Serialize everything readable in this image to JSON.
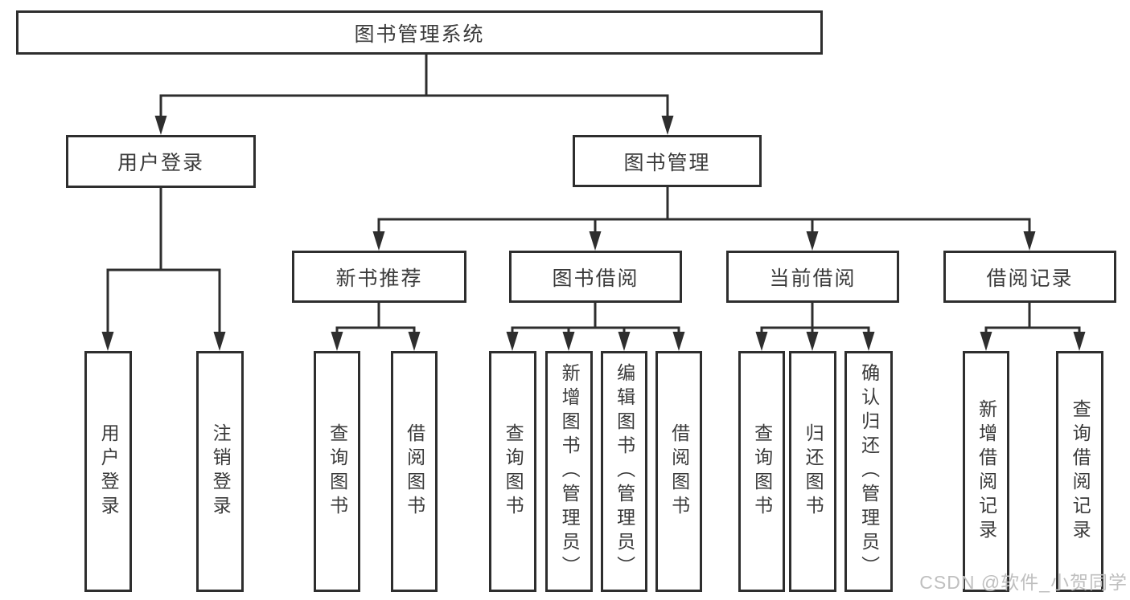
{
  "diagram": {
    "root_label": "图书管理系统",
    "branches": [
      {
        "label": "用户登录",
        "children": [
          "用户登录",
          "注销登录"
        ]
      },
      {
        "label": "图书管理",
        "groups": [
          {
            "label": "新书推荐",
            "children": [
              "查询图书",
              "借阅图书"
            ]
          },
          {
            "label": "图书借阅",
            "children": [
              "查询图书",
              "新增图书（管理员）",
              "编辑图书（管理员）",
              "借阅图书"
            ]
          },
          {
            "label": "当前借阅",
            "children": [
              "查询图书",
              "归还图书",
              "确认归还（管理员）"
            ]
          },
          {
            "label": "借阅记录",
            "children": [
              "新增借阅记录",
              "查询借阅记录"
            ]
          }
        ]
      }
    ]
  },
  "watermark": {
    "text": "CSDN @软件_小贺同学",
    "color": "#bfbfbf"
  },
  "colors": {
    "line": "#2e2e2e",
    "box_border": "#2e2e2e",
    "text": "#3a3a3a",
    "background": "#ffffff"
  }
}
